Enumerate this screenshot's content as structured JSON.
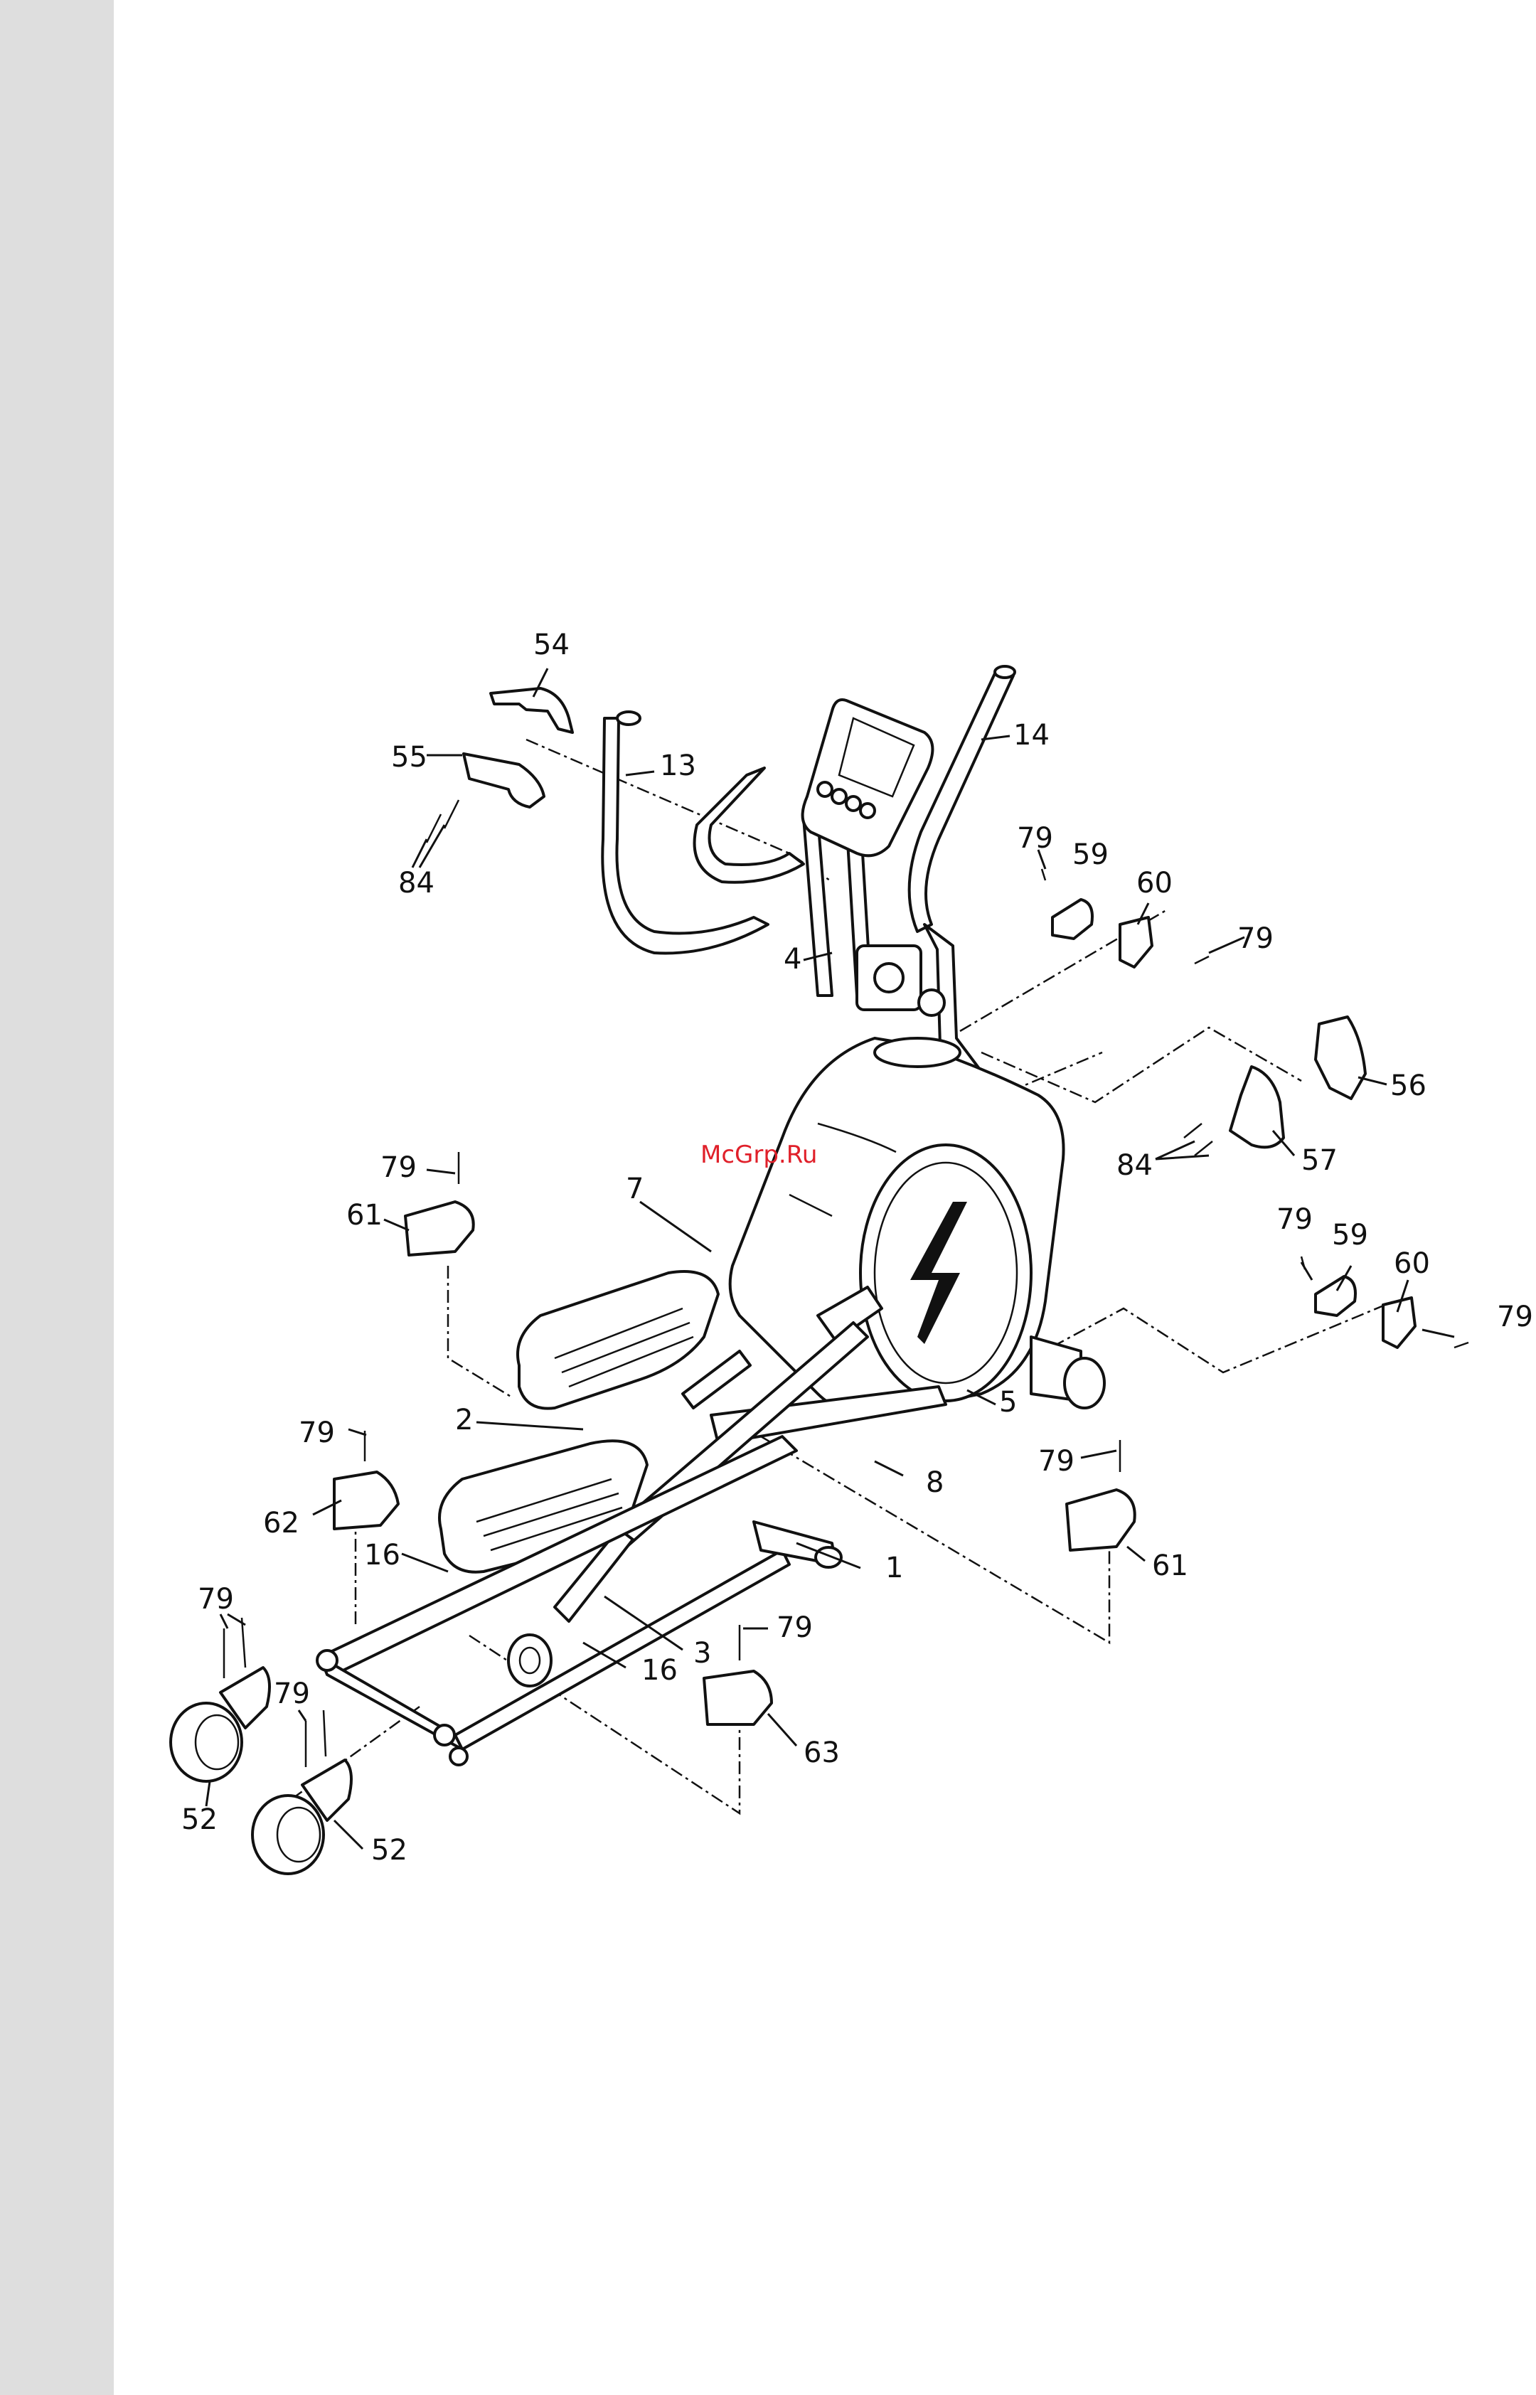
{
  "watermark": "McGrp.Ru",
  "part_labels": {
    "p54": "54",
    "p55": "55",
    "p84a": "84",
    "p13": "13",
    "p14": "14",
    "p4": "4",
    "p79a": "79",
    "p59a": "59",
    "p60a": "60",
    "p79b": "79",
    "p56": "56",
    "p57": "57",
    "p84b": "84",
    "p79c": "79",
    "p61a": "61",
    "p7": "7",
    "p79d": "79",
    "p59b": "59",
    "p60b": "60",
    "p79e": "79",
    "p2": "2",
    "p5": "5",
    "p79f": "79",
    "p8": "8",
    "p79g": "79",
    "p62": "62",
    "p61b": "61",
    "p1": "1",
    "p16a": "16",
    "p79h": "79",
    "p79i": "79",
    "p3": "3",
    "p16b": "16",
    "p79j": "79",
    "p63": "63",
    "p52a": "52",
    "p52b": "52"
  }
}
